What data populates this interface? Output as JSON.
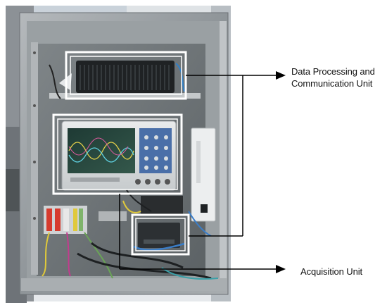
{
  "labels": {
    "data_processing_line1": "Data Processing and",
    "data_processing_line2": "Communication Unit",
    "acquisition": "Acquisition Unit"
  },
  "colors": {
    "highlight_box": "#ffffff",
    "arrow": "#000000",
    "cabinet_steel": "#9ea3a6",
    "oscilloscope_screen": "#2b4a3e"
  },
  "icons": {
    "arrow": "arrow-right-icon"
  }
}
